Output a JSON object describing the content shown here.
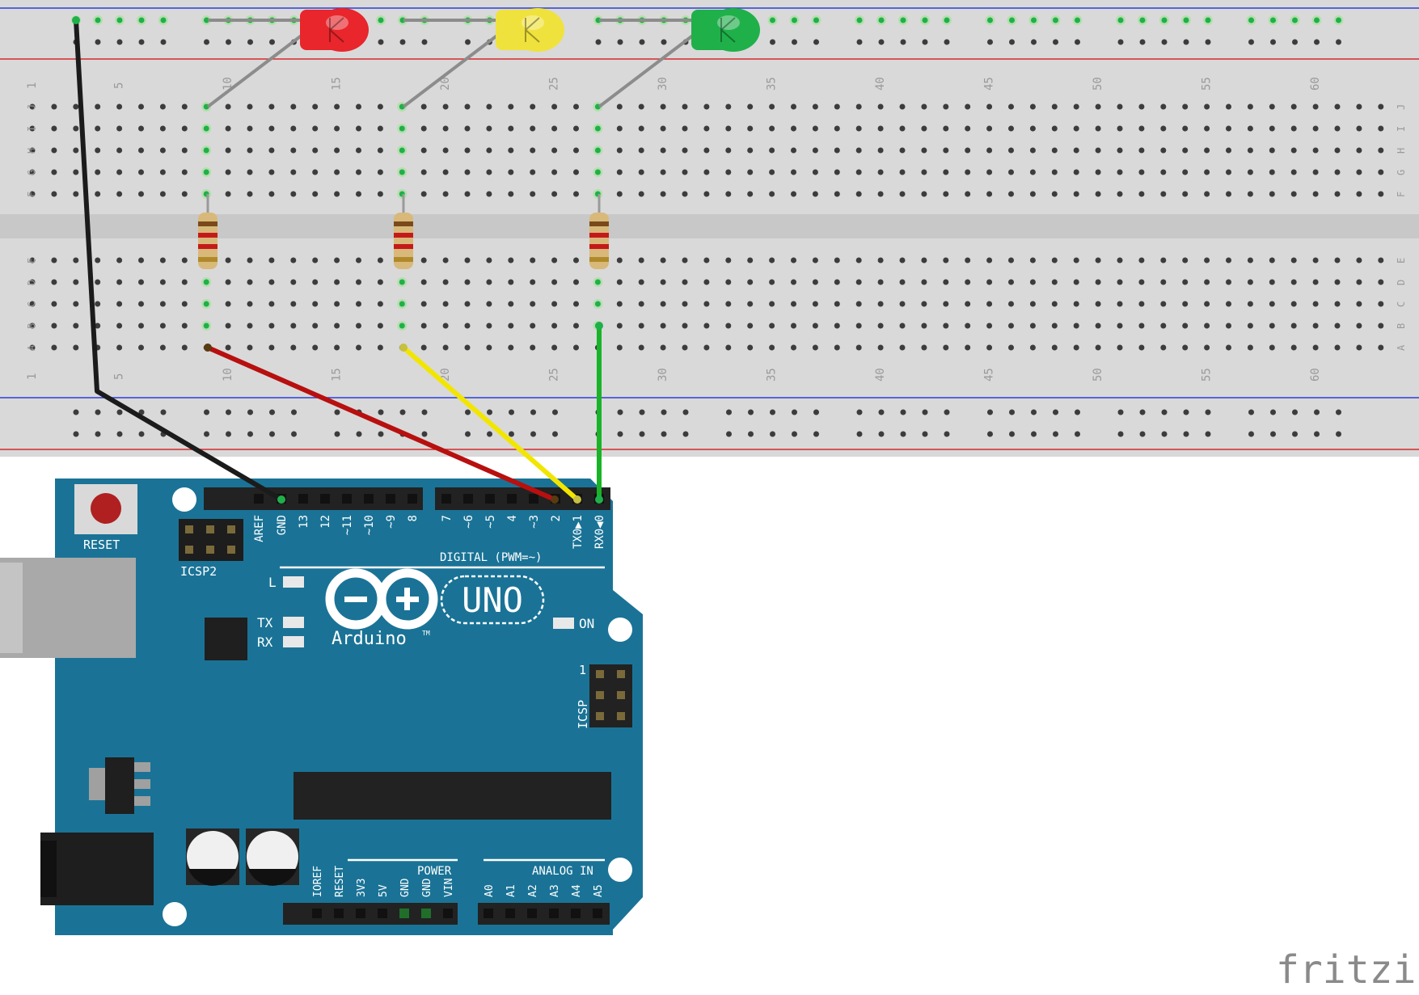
{
  "breadboard": {
    "row_labels_top": [
      "J",
      "I",
      "H",
      "G",
      "F"
    ],
    "row_labels_bottom": [
      "E",
      "D",
      "C",
      "B",
      "A"
    ],
    "column_numbers": [
      "1",
      "5",
      "10",
      "15",
      "20",
      "25",
      "30",
      "35",
      "40",
      "45",
      "50",
      "55",
      "60"
    ]
  },
  "arduino": {
    "reset_label": "RESET",
    "icsp2_label": "ICSP2",
    "icsp_label": "ICSP",
    "icsp_pin1": "1",
    "digital_label": "DIGITAL (PWM=~)",
    "brand": "Arduino",
    "tm": "TM",
    "model": "UNO",
    "led_l": "L",
    "led_tx": "TX",
    "led_rx": "RX",
    "led_on": "ON",
    "power_label": "POWER",
    "analog_label": "ANALOG IN",
    "digital_pins": [
      "AREF",
      "GND",
      "13",
      "12",
      "~11",
      "~10",
      "~9",
      "8",
      "7",
      "~6",
      "~5",
      "4",
      "~3",
      "2",
      "TX0▶1",
      "RX0◀0"
    ],
    "power_pins": [
      "IOREF",
      "RESET",
      "3V3",
      "5V",
      "GND",
      "GND",
      "VIN"
    ],
    "analog_pins": [
      "A0",
      "A1",
      "A2",
      "A3",
      "A4",
      "A5"
    ]
  },
  "leds": [
    {
      "color": "red",
      "fill": "#e8262b"
    },
    {
      "color": "yellow",
      "fill": "#f0e23c"
    },
    {
      "color": "green",
      "fill": "#1fb04a"
    }
  ],
  "wires": [
    {
      "name": "gnd-wire",
      "color": "#1b1b1b"
    },
    {
      "name": "red-wire",
      "color": "#b80f0f"
    },
    {
      "name": "yellow-wire",
      "color": "#f2e600"
    },
    {
      "name": "green-wire",
      "color": "#19b328"
    }
  ],
  "watermark": "fritzing"
}
